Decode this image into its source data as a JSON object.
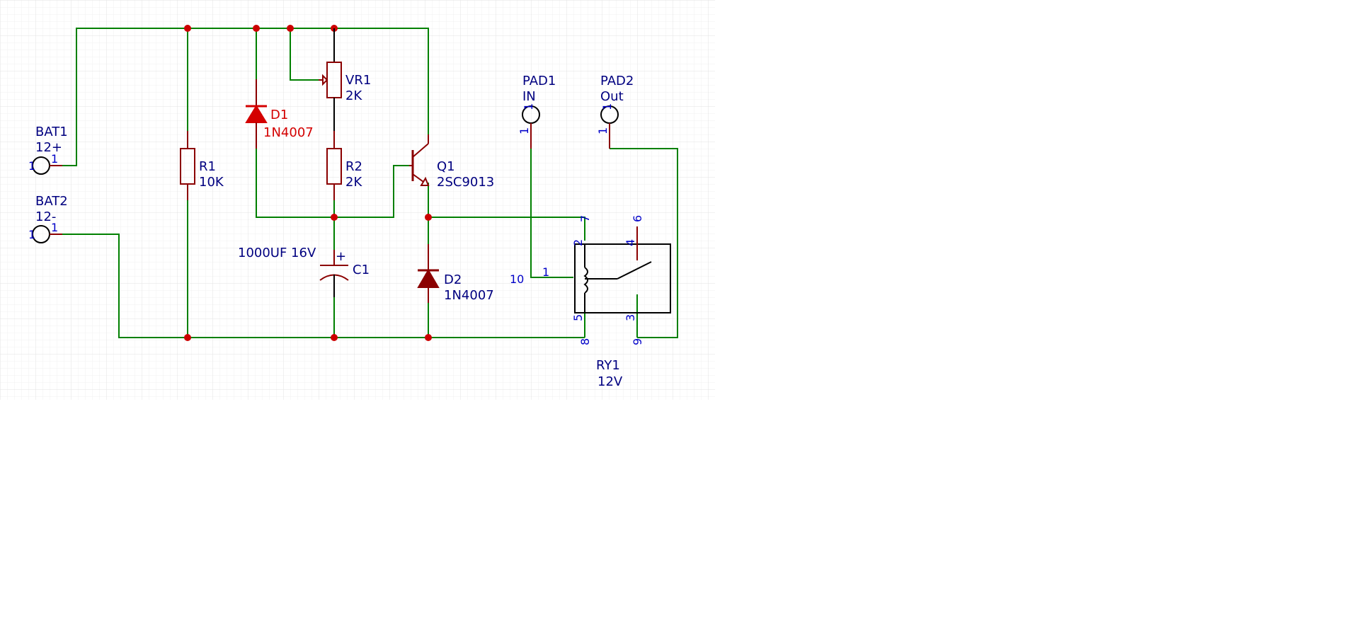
{
  "colors": {
    "wire": "#008000",
    "component": "#8b0000",
    "junction": "#cc0000",
    "label": "#000080",
    "pin_number": "#0000c8",
    "selected_label": "#d40000",
    "grid": "#eeeeee"
  },
  "components": {
    "bat1": {
      "ref": "BAT1",
      "value": "12+",
      "pin": "1",
      "pin_left": "1"
    },
    "bat2": {
      "ref": "BAT2",
      "value": "12-",
      "pin": "1",
      "pin_left": "1"
    },
    "r1": {
      "ref": "R1",
      "value": "10K"
    },
    "d1": {
      "ref": "D1",
      "value": "1N4007"
    },
    "vr1": {
      "ref": "VR1",
      "value": "2K"
    },
    "r2": {
      "ref": "R2",
      "value": "2K"
    },
    "c1": {
      "ref": "C1",
      "value": "1000UF 16V",
      "polarity": "+"
    },
    "q1": {
      "ref": "Q1",
      "value": "2SC9013"
    },
    "d2": {
      "ref": "D2",
      "value": "1N4007"
    },
    "pad1": {
      "ref": "PAD1",
      "value": "IN",
      "pin": "1",
      "pin_top": "1"
    },
    "pad2": {
      "ref": "PAD2",
      "value": "Out",
      "pin": "1",
      "pin_top": "1"
    },
    "ry1": {
      "ref": "RY1",
      "value": "12V",
      "pins": {
        "p7": "7",
        "p2": "2",
        "p6": "6",
        "p4": "4",
        "p10": "10",
        "p1": "1",
        "p5": "5",
        "p8": "8",
        "p3": "3",
        "p9": "9"
      }
    }
  }
}
